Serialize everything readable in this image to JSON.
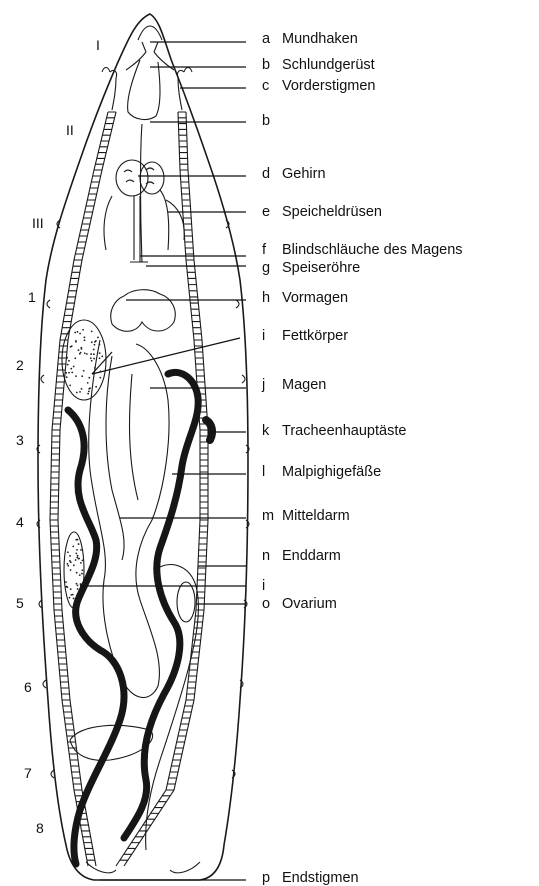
{
  "labels": [
    {
      "letter": "a",
      "name": "Mundhaken"
    },
    {
      "letter": "b",
      "name": "Schlundgerüst"
    },
    {
      "letter": "c",
      "name": "Vorderstigmen"
    },
    {
      "letter": "b",
      "name": ""
    },
    {
      "letter": "d",
      "name": "Gehirn"
    },
    {
      "letter": "e",
      "name": "Speicheldrüsen"
    },
    {
      "letter": "f",
      "name": "Blindschläuche des Magens"
    },
    {
      "letter": "g",
      "name": "Speiseröhre"
    },
    {
      "letter": "h",
      "name": "Vormagen"
    },
    {
      "letter": "i",
      "name": "Fettkörper"
    },
    {
      "letter": "j",
      "name": "Magen"
    },
    {
      "letter": "k",
      "name": "Tracheenhauptäste"
    },
    {
      "letter": "l",
      "name": "Malpighigefäße"
    },
    {
      "letter": "m",
      "name": "Mitteldarm"
    },
    {
      "letter": "n",
      "name": "Enddarm"
    },
    {
      "letter": "i",
      "name": ""
    },
    {
      "letter": "o",
      "name": "Ovarium"
    },
    {
      "letter": "p",
      "name": "Endstigmen"
    }
  ],
  "segments": [
    "I",
    "II",
    "III",
    "1",
    "2",
    "3",
    "4",
    "5",
    "6",
    "7",
    "8"
  ]
}
